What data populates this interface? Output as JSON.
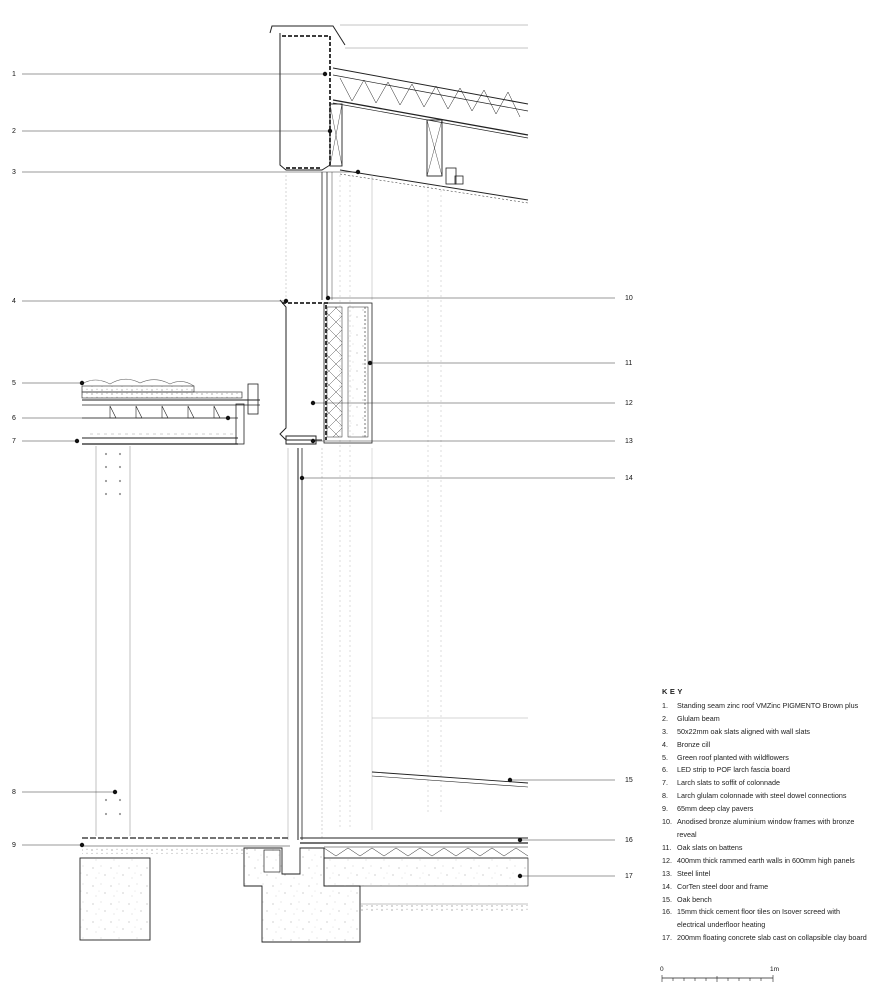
{
  "callouts_left": [
    {
      "num": "1"
    },
    {
      "num": "2"
    },
    {
      "num": "3"
    },
    {
      "num": "4"
    },
    {
      "num": "5"
    },
    {
      "num": "6"
    },
    {
      "num": "7"
    },
    {
      "num": "8"
    },
    {
      "num": "9"
    }
  ],
  "callouts_right": [
    {
      "num": "10"
    },
    {
      "num": "11"
    },
    {
      "num": "12"
    },
    {
      "num": "13"
    },
    {
      "num": "14"
    },
    {
      "num": "15"
    },
    {
      "num": "16"
    },
    {
      "num": "17"
    }
  ],
  "key": {
    "title": "KEY",
    "items": [
      {
        "num": "1.",
        "text": "Standing seam zinc roof VMZinc PIGMENTO Brown plus"
      },
      {
        "num": "2.",
        "text": "Glulam beam"
      },
      {
        "num": "3.",
        "text": "50x22mm oak slats aligned with wall slats"
      },
      {
        "num": "4.",
        "text": "Bronze cill"
      },
      {
        "num": "5.",
        "text": "Green roof planted with wildflowers"
      },
      {
        "num": "6.",
        "text": "LED strip to POF larch fascia board"
      },
      {
        "num": "7.",
        "text": "Larch slats to soffit of colonnade"
      },
      {
        "num": "8.",
        "text": "Larch glulam colonnade with steel dowel connections"
      },
      {
        "num": "9.",
        "text": "65mm deep clay pavers"
      },
      {
        "num": "10.",
        "text": "Anodised bronze aluminium window frames with bronze reveal"
      },
      {
        "num": "11.",
        "text": "Oak slats on battens"
      },
      {
        "num": "12.",
        "text": "400mm thick rammed earth walls in 600mm high panels"
      },
      {
        "num": "13.",
        "text": "Steel lintel"
      },
      {
        "num": "14.",
        "text": "CorTen steel door and frame"
      },
      {
        "num": "15.",
        "text": "Oak bench"
      },
      {
        "num": "16.",
        "text": "15mm thick cement floor tiles on Isover screed with electrical underfloor heating"
      },
      {
        "num": "17.",
        "text": "200mm floating concrete slab cast on collapsible clay board"
      }
    ]
  },
  "scale": {
    "start": "0",
    "end": "1m"
  }
}
